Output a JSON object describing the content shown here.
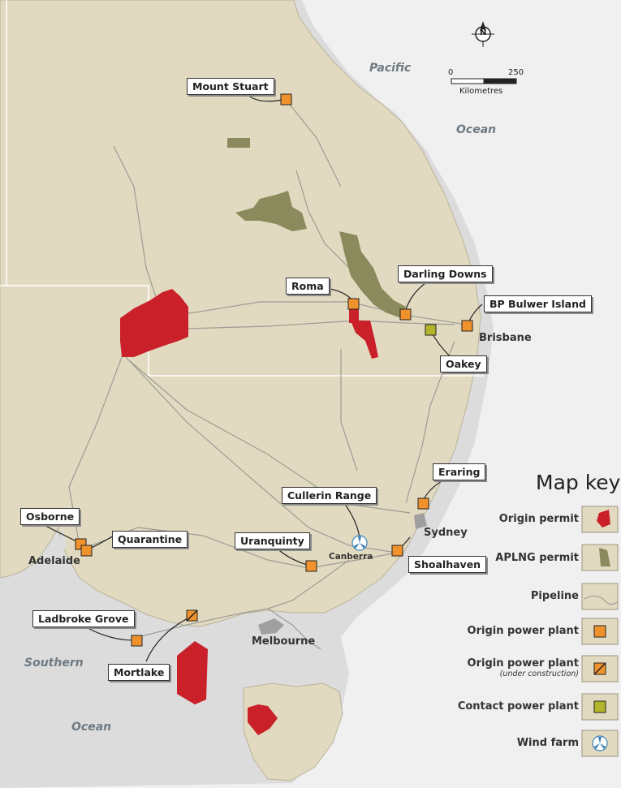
{
  "water_labels": {
    "pacific": "Pacific",
    "pacific_ocean": "Ocean",
    "southern": "Southern",
    "southern_ocean": "Ocean"
  },
  "scale_bar": {
    "start": "0",
    "end": "250",
    "unit": "Kilometres"
  },
  "north_arrow": "N",
  "sites": {
    "mount_stuart": "Mount Stuart",
    "roma": "Roma",
    "darling_downs": "Darling Downs",
    "bp_bulwer_island": "BP Bulwer Island",
    "oakey": "Oakey",
    "eraring": "Eraring",
    "cullerin_range": "Cullerin Range",
    "uranquinty": "Uranquinty",
    "shoalhaven": "Shoalhaven",
    "osborne": "Osborne",
    "quarantine": "Quarantine",
    "ladbroke_grove": "Ladbroke Grove",
    "mortlake": "Mortlake"
  },
  "cities": {
    "brisbane": "Brisbane",
    "sydney": "Sydney",
    "canberra": "Canberra",
    "adelaide": "Adelaide",
    "melbourne": "Melbourne"
  },
  "map_key": {
    "title": "Map key",
    "items": [
      {
        "label": "Origin permit",
        "icon": "origin-permit-swatch"
      },
      {
        "label": "APLNG permit",
        "icon": "aplng-permit-swatch"
      },
      {
        "label": "Pipeline",
        "icon": "pipeline-swatch"
      },
      {
        "label": "Origin power plant",
        "icon": "orange-square-icon"
      },
      {
        "label": "Origin power plant",
        "sublabel": "(under construction)",
        "icon": "orange-hatched-square-icon"
      },
      {
        "label": "Contact power plant",
        "icon": "green-square-icon"
      },
      {
        "label": "Wind farm",
        "icon": "wind-turbine-icon"
      }
    ]
  },
  "colors": {
    "sea": "#f0f0f0",
    "coast_halo": "#d9d9d9",
    "land": "#e2dac0",
    "origin_permit": "#c9202a",
    "aplng_permit": "#8b8a5c",
    "origin_plant": "#f0922b",
    "contact_plant": "#b4b52a",
    "pipeline": "#9c9c94",
    "wind_farm": "#3b7fb6"
  }
}
